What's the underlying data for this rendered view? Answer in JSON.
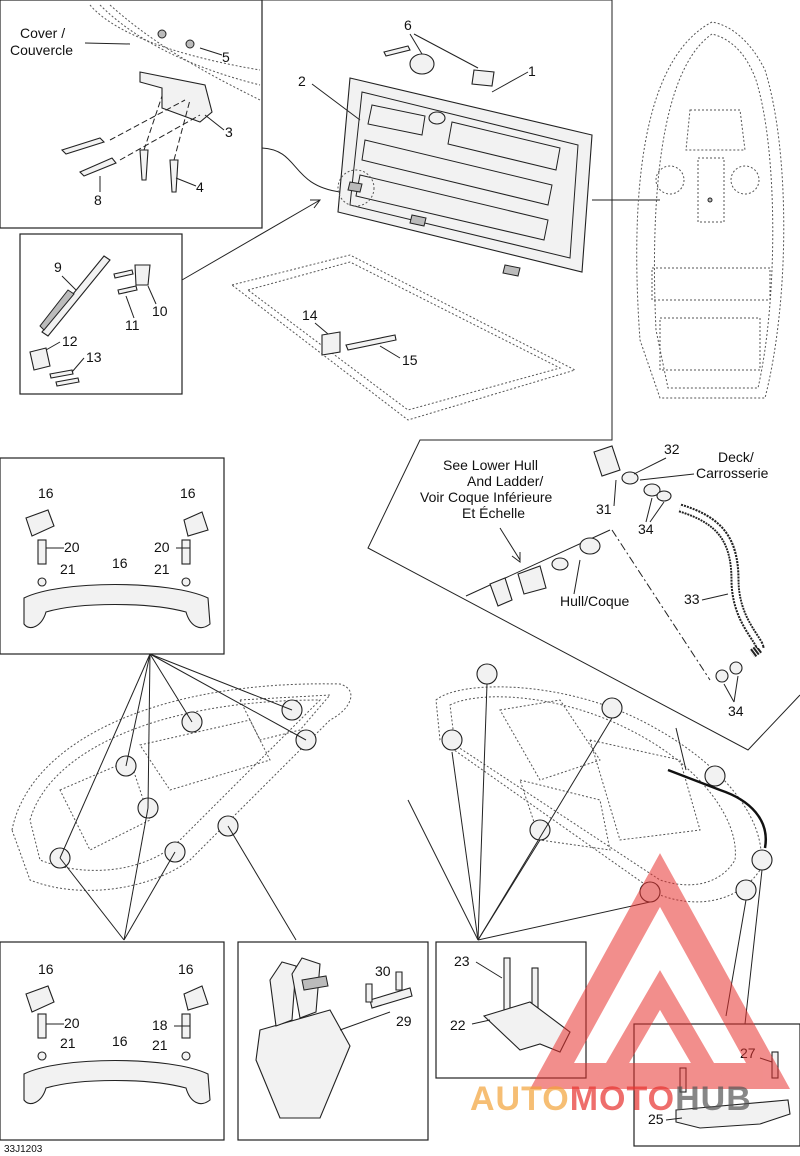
{
  "figure_code": "33J1203",
  "callouts": {
    "c1": "1",
    "c2": "2",
    "c3": "3",
    "c4": "4",
    "c5": "5",
    "c6": "6",
    "c8": "8",
    "c9": "9",
    "c10": "10",
    "c11": "11",
    "c12": "12",
    "c13": "13",
    "c14": "14",
    "c15": "15",
    "c16": "16",
    "c18": "18",
    "c20": "20",
    "c21": "21",
    "c22": "22",
    "c23": "23",
    "c25": "25",
    "c27": "27",
    "c29": "29",
    "c30": "30",
    "c31": "31",
    "c32": "32",
    "c33": "33",
    "c34": "34"
  },
  "text": {
    "cover_line1": "Cover /",
    "cover_line2": "Couvercle",
    "see_line1": "See Lower Hull",
    "see_line2": "And Ladder/",
    "see_line3": "Voir Coque Inférieure",
    "see_line4": "Et Échelle",
    "deck_line1": "Deck/",
    "deck_line2": "Carrosserie",
    "hull": "Hull/Coque"
  },
  "watermark": {
    "auto": "AUTO",
    "moto": "MOTO",
    "hub": "HUB",
    "orange": "#f3a33a",
    "red": "#e8322f",
    "dark": "#555555"
  }
}
